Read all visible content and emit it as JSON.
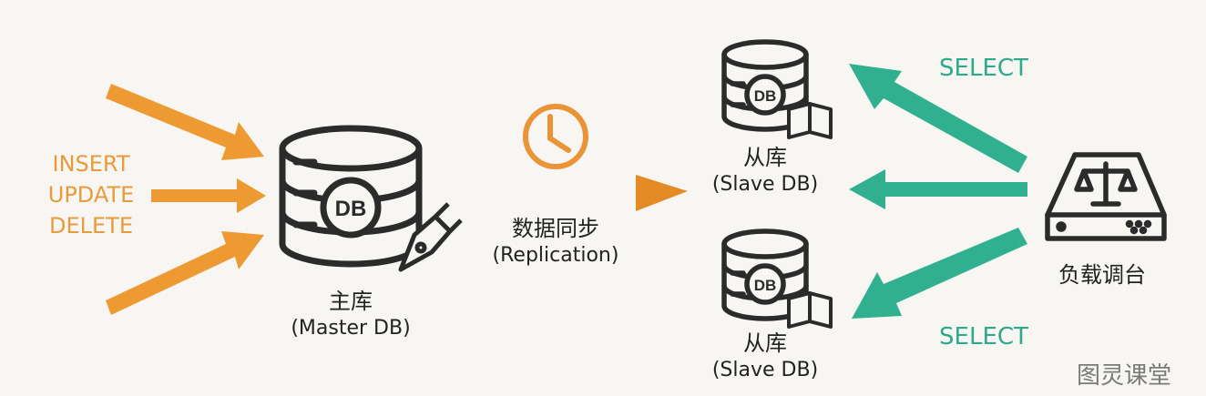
{
  "operations": {
    "insert": "INSERT",
    "update": "UPDATE",
    "delete": "DELETE"
  },
  "master": {
    "badge": "DB",
    "name_cn": "主库",
    "name_en": "(Master DB)"
  },
  "replication": {
    "name_cn": "数据同步",
    "name_en": "(Replication)"
  },
  "slaves": [
    {
      "badge": "DB",
      "name_cn": "从库",
      "name_en": "(Slave DB)"
    },
    {
      "badge": "DB",
      "name_cn": "从库",
      "name_en": "(Slave DB)"
    }
  ],
  "load_balancer": {
    "name": "负载调台"
  },
  "queries": {
    "top": "SELECT",
    "bottom": "SELECT"
  },
  "watermark": "图灵课堂",
  "icons": {
    "master": "database-icon",
    "pen": "fountain-pen-icon",
    "clock": "clock-icon",
    "book": "open-book-icon",
    "balancer": "scale-server-icon"
  },
  "colors": {
    "write_arrows": "#ee9a33",
    "read_arrows": "#30b08f",
    "replication": "#e99437",
    "icon_stroke": "#2b2b2b"
  }
}
